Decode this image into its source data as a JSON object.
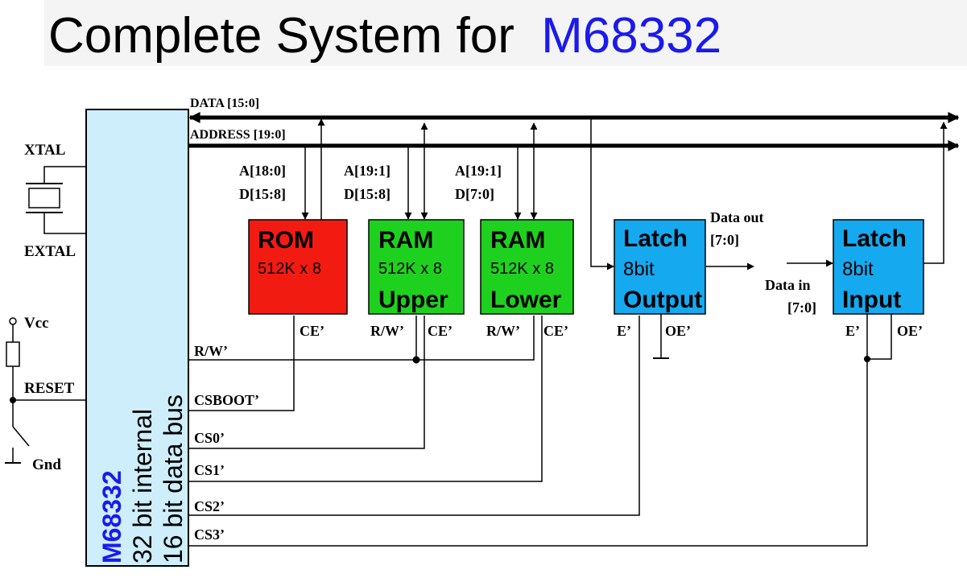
{
  "title": {
    "prefix": "Complete System for",
    "highlight": "M68332"
  },
  "colors": {
    "title_highlight": "#1a1aee",
    "cpu_fill": "#cdeefa",
    "rom_fill": "#f21b12",
    "ram_fill": "#1fd11f",
    "latch_fill": "#15a9f0",
    "cpu_label_blue": "#1a1aee"
  },
  "buses": {
    "data": "DATA [15:0]",
    "address": "ADDRESS [19:0]"
  },
  "cpu": {
    "name": "M68332",
    "line1": "32 bit internal",
    "line2": "16 bit data bus"
  },
  "left_labels": {
    "xtal": "XTAL",
    "extal": "EXTAL",
    "vcc": "Vcc",
    "reset": "RESET",
    "gnd": "Gnd"
  },
  "signals": {
    "rw": "R/W’",
    "csboot": "CSBOOT’",
    "cs0": "CS0’",
    "cs1": "CS1’",
    "cs2": "CS2’",
    "cs3": "CS3’"
  },
  "rom": {
    "name": "ROM",
    "size": "512K x 8",
    "addr": "A[18:0]",
    "data": "D[15:8]",
    "ce": "CE’"
  },
  "ram_upper": {
    "name": "RAM",
    "size": "512K x 8",
    "part": "Upper",
    "addr": "A[19:1]",
    "data": "D[15:8]",
    "rw": "R/W’",
    "ce": "CE’"
  },
  "ram_lower": {
    "name": "RAM",
    "size": "512K x 8",
    "part": "Lower",
    "addr": "A[19:1]",
    "data": "D[7:0]",
    "rw": "R/W’",
    "ce": "CE’"
  },
  "latch_out": {
    "name": "Latch",
    "width": "8bit",
    "mode": "Output",
    "e": "E’",
    "oe": "OE’",
    "data_out_label": "Data out",
    "data_out_range": "[7:0]"
  },
  "latch_in": {
    "name": "Latch",
    "width": "8bit",
    "mode": "Input",
    "e": "E’",
    "oe": "OE’",
    "data_in_label": "Data in",
    "data_in_range": "[7:0]"
  }
}
